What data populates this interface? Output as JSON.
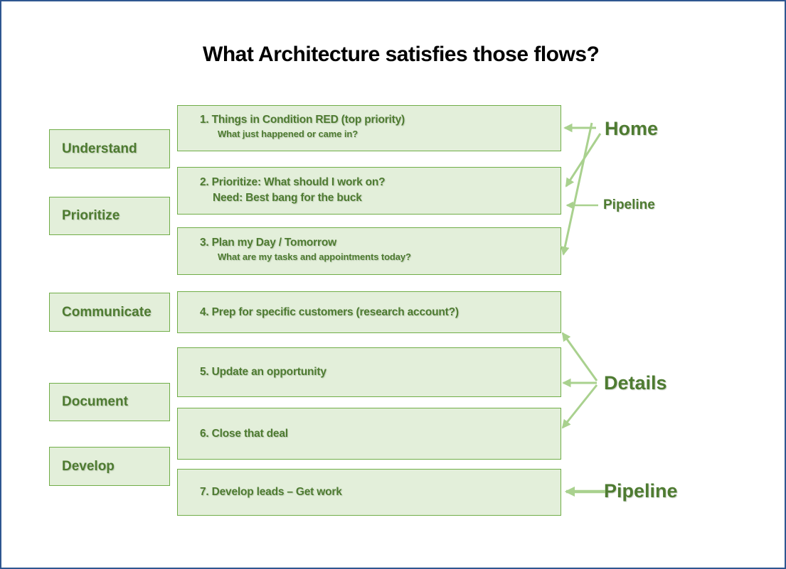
{
  "title": "What Architecture satisfies those flows?",
  "left_boxes": [
    {
      "label": "Understand"
    },
    {
      "label": "Prioritize"
    },
    {
      "label": "Communicate"
    },
    {
      "label": "Document"
    },
    {
      "label": "Develop"
    }
  ],
  "flow_boxes": [
    {
      "line1": "1. Things in Condition RED (top priority)",
      "line2": "What just happened or came in?"
    },
    {
      "line1": "2. Prioritize: What should I work on?",
      "line2": "Need: Best bang for the buck"
    },
    {
      "line1": "3. Plan my Day / Tomorrow",
      "line2": "What are my tasks and appointments today?"
    },
    {
      "line1": "4. Prep for specific customers (research account?)"
    },
    {
      "line1": "5. Update an opportunity"
    },
    {
      "line1": "6. Close that deal"
    },
    {
      "line1": "7. Develop leads – Get work"
    }
  ],
  "annotations": {
    "home": "Home",
    "pipeline_top": "Pipeline",
    "details": "Details",
    "pipeline_bottom": "Pipeline"
  },
  "colors": {
    "box_fill": "#e3efda",
    "box_border": "#70ad47",
    "text_green": "#4e7b31",
    "arrow_green": "#a9d18e",
    "slide_border": "#2e5690",
    "title_color": "#000000"
  }
}
